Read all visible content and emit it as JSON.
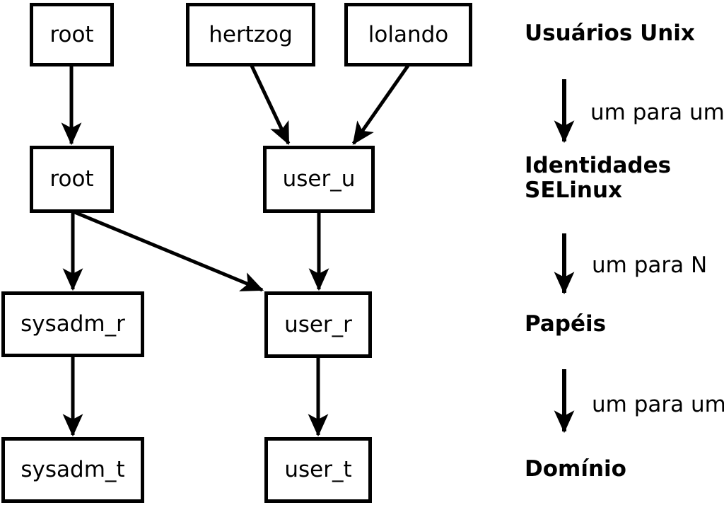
{
  "nodes": {
    "unix_root": "root",
    "unix_hertzog": "hertzog",
    "unix_lolando": "lolando",
    "selinux_root": "root",
    "selinux_user_u": "user_u",
    "role_sysadm_r": "sysadm_r",
    "role_user_r": "user_r",
    "domain_sysadm_t": "sysadm_t",
    "domain_user_t": "user_t"
  },
  "edges": [
    {
      "from": "unix_root",
      "to": "selinux_root"
    },
    {
      "from": "unix_hertzog",
      "to": "selinux_user_u"
    },
    {
      "from": "unix_lolando",
      "to": "selinux_user_u"
    },
    {
      "from": "selinux_root",
      "to": "role_sysadm_r"
    },
    {
      "from": "selinux_root",
      "to": "role_user_r"
    },
    {
      "from": "selinux_user_u",
      "to": "role_user_r"
    },
    {
      "from": "role_sysadm_r",
      "to": "domain_sysadm_t"
    },
    {
      "from": "role_user_r",
      "to": "domain_user_t"
    }
  ],
  "legend": {
    "level1": "Usuários Unix",
    "arrow1_label": "um para um",
    "level2_line1": "Identidades",
    "level2_line2": "SELinux",
    "arrow2_label": "um para N",
    "level3": "Papéis",
    "arrow3_label": "um para um",
    "level4": "Domínio"
  },
  "colors": {
    "ink": "#000000",
    "background": "#ffffff",
    "box_fill": "#ffffff"
  }
}
